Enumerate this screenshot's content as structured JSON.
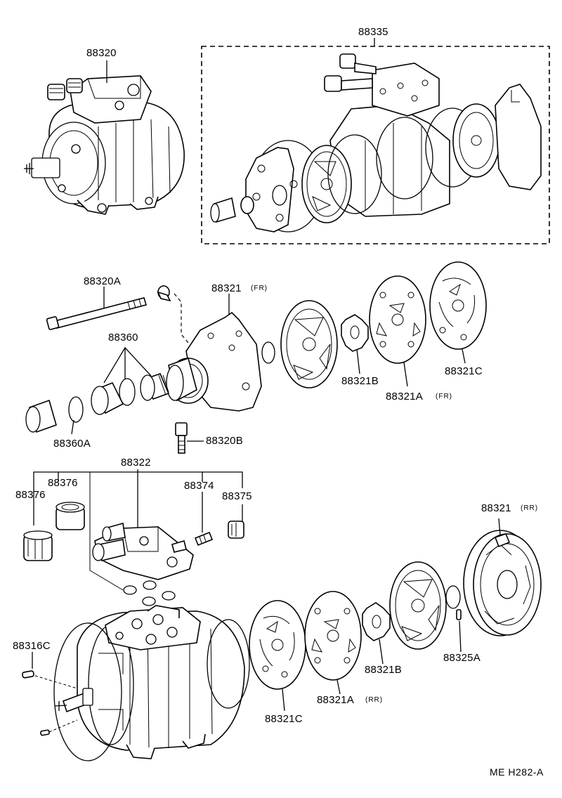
{
  "labels": {
    "p88320": "88320",
    "p88335": "88335",
    "p88320A": "88320A",
    "p88321_fr": "88321",
    "p88321_fr_note": "(FR)",
    "p88360": "88360",
    "p88360A": "88360A",
    "p88320B": "88320B",
    "p88321B_fr": "88321B",
    "p88321A_fr": "88321A",
    "p88321A_fr_note": "(FR)",
    "p88321C_fr": "88321C",
    "p88322": "88322",
    "p88376_a": "88376",
    "p88376_b": "88376",
    "p88374": "88374",
    "p88375": "88375",
    "p88321_rr": "88321",
    "p88321_rr_note": "(RR)",
    "p88316C": "88316C",
    "p88321C_rr": "88321C",
    "p88321A_rr": "88321A",
    "p88321A_rr_note": "(RR)",
    "p88321B_rr": "88321B",
    "p88325A": "88325A"
  },
  "footer": {
    "ref": "ME  H282-A"
  }
}
